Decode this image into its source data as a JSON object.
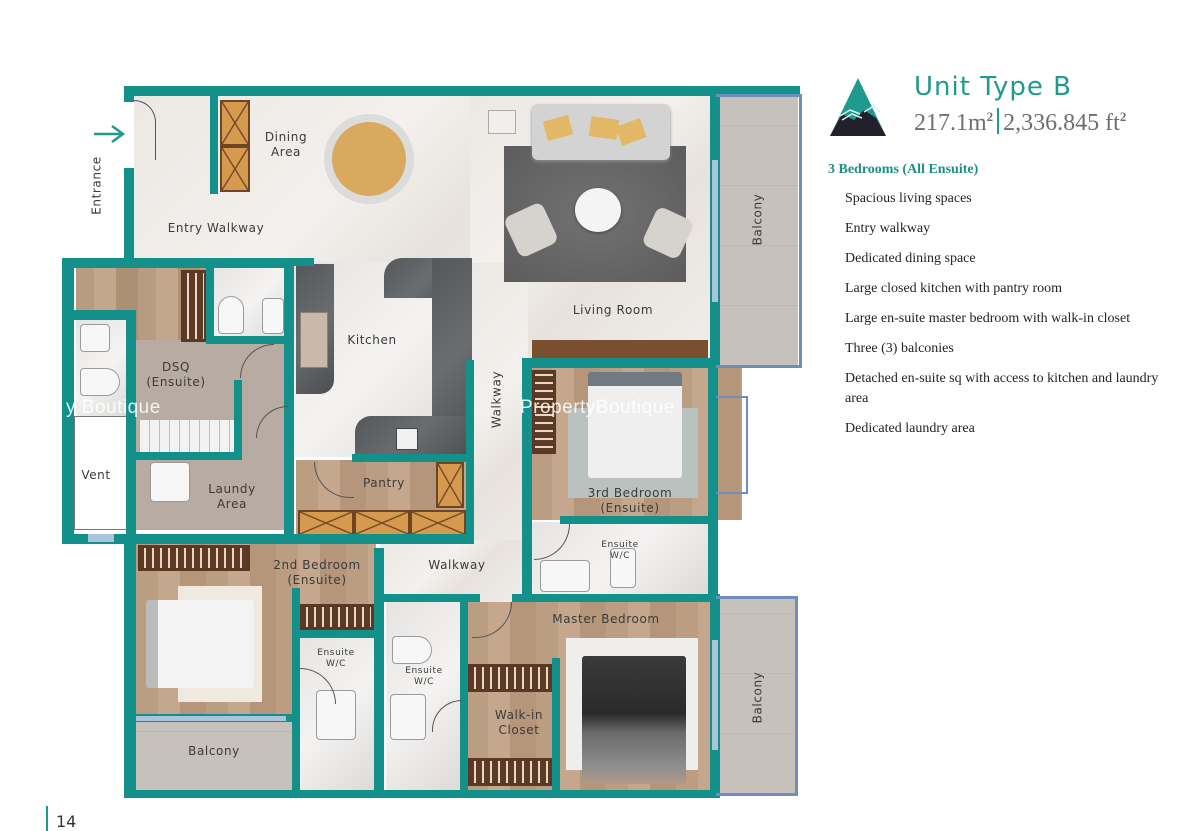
{
  "header": {
    "title": "Unit Type B",
    "area_m2": "217.1m",
    "area_ft2": "2,336.845 ft",
    "area_sup": "2",
    "bedrooms": "3 Bedrooms (All Ensuite)"
  },
  "features": [
    "Spacious living spaces",
    "Entry walkway",
    "Dedicated dining space",
    "Large closed kitchen with pantry room",
    "Large en-suite master bedroom with walk-in closet",
    "Three (3) balconies",
    "Detached en-suite sq with access to kitchen and laundry area",
    "Dedicated laundry area"
  ],
  "plan": {
    "entrance": "Entrance",
    "dining": [
      "Dining",
      "Area"
    ],
    "entry_walkway": "Entry Walkway",
    "living_room": "Living Room",
    "balcony_top": "Balcony",
    "kitchen": "Kitchen",
    "dsq": [
      "DSQ",
      "(Ensuite)"
    ],
    "vent": "Vent",
    "laundry": [
      "Laundy",
      "Area"
    ],
    "pantry": "Pantry",
    "walkway_vertical": "Walkway",
    "walkway_horizontal": "Walkway",
    "third_bedroom": [
      "3rd Bedroom",
      "(Ensuite)"
    ],
    "ensuite_wc_3": [
      "Ensuite",
      "W/C"
    ],
    "second_bedroom": [
      "2nd Bedroom",
      "(Ensuite)"
    ],
    "ensuite_wc_2": [
      "Ensuite",
      "W/C"
    ],
    "ensuite_wc_master": [
      "Ensuite",
      "W/C"
    ],
    "master_bedroom": "Master Bedroom",
    "walk_in_closet": [
      "Walk-in",
      "Closet"
    ],
    "balcony_master": "Balcony",
    "balcony_second": "Balcony"
  },
  "watermark": {
    "left": "y Boutique",
    "center": "PropertyBoutique"
  },
  "page_number": "14",
  "colors": {
    "wall": "#13908a",
    "accent": "#1f9a8e",
    "text_gray": "#6b6f72"
  }
}
